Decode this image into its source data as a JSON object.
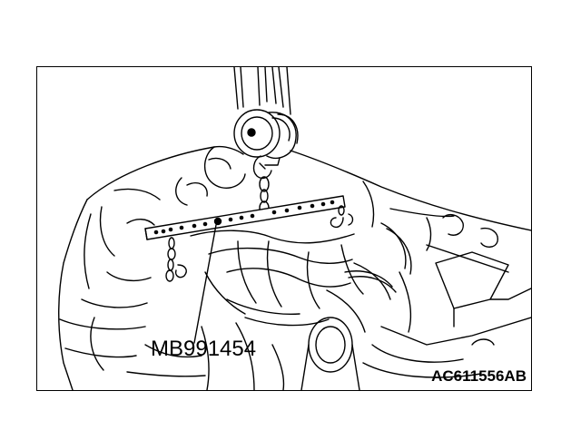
{
  "figure": {
    "callout_label": "MB991454",
    "figure_id": "AC611556AB",
    "subject_icon": "engine-hoist-illustration",
    "line_color": "#000000",
    "background_color": "#ffffff"
  }
}
